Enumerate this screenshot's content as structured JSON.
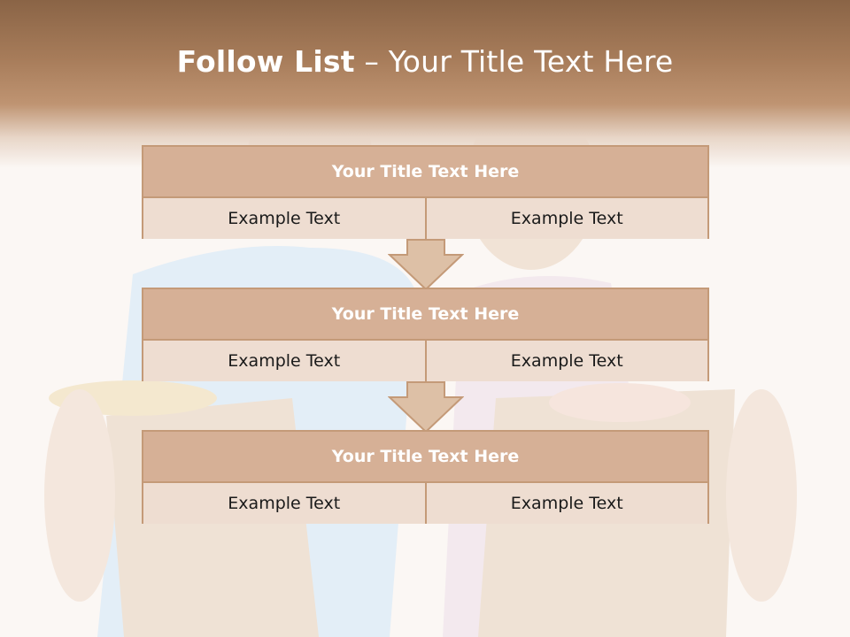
{
  "slide": {
    "title_bold": "Follow List",
    "title_rest": " – Your Title Text Here"
  },
  "blocks": [
    {
      "title": "Your Title Text Here",
      "left": "Example Text",
      "right": "Example Text"
    },
    {
      "title": "Your Title Text Here",
      "left": "Example Text",
      "right": "Example Text"
    },
    {
      "title": "Your Title Text Here",
      "left": "Example Text",
      "right": "Example Text"
    }
  ],
  "colors": {
    "header_brown": "#8a6446",
    "box_title_fill": "#d6b096",
    "box_cell_fill": "#eeddd1",
    "box_border": "#c49a78",
    "arrow_fill": "#ddc0a6"
  }
}
